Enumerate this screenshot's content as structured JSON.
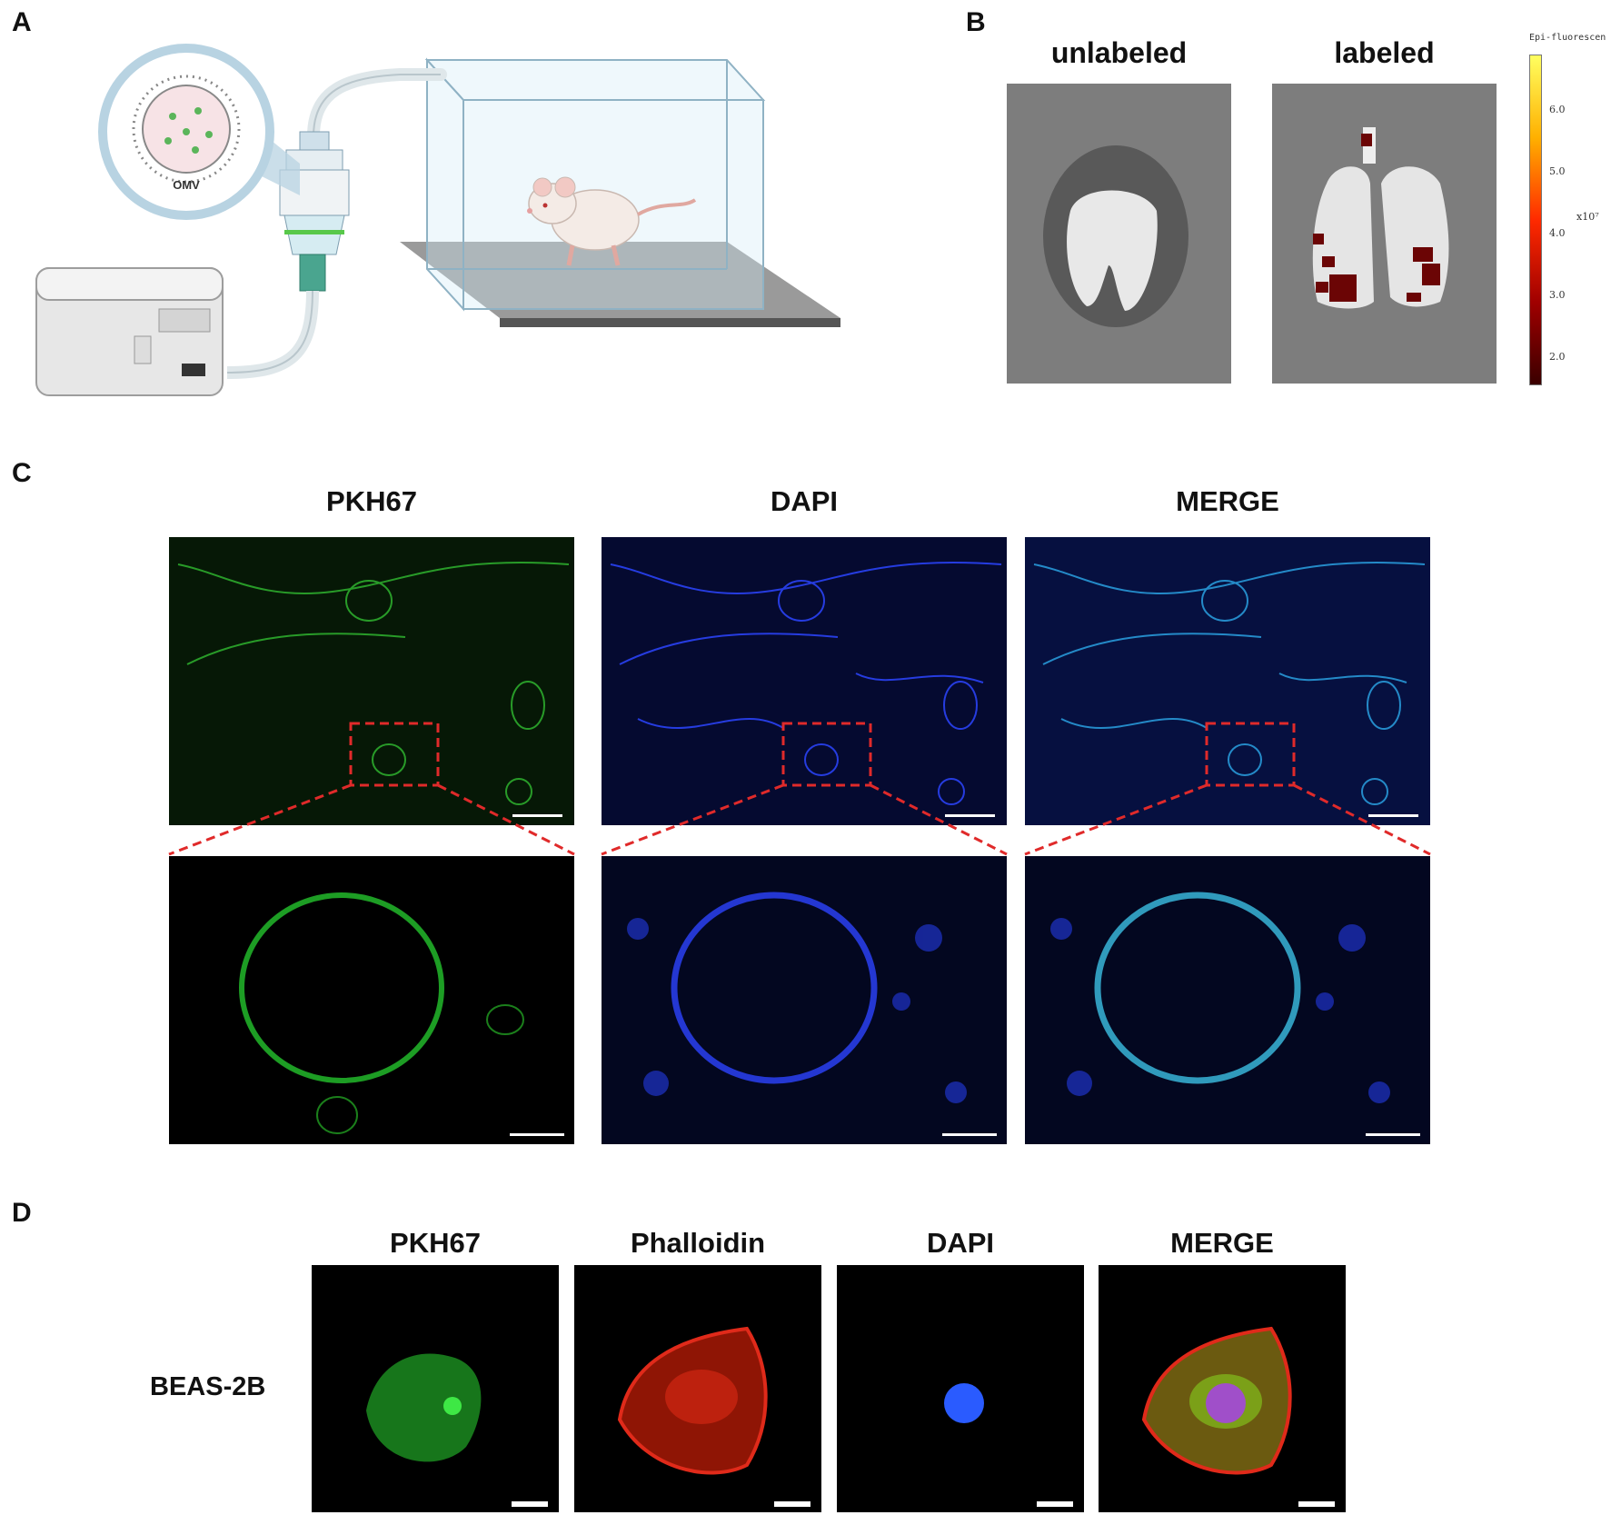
{
  "panels": {
    "A": {
      "label": "A",
      "omv_label": "OMV"
    },
    "B": {
      "label": "B",
      "unlabeled": "unlabeled",
      "labeled": "labeled",
      "colorbar": {
        "title": "Epi-fluorescen",
        "unit": "x10⁷",
        "ticks": [
          "6.0",
          "5.0",
          "4.0",
          "3.0",
          "2.0"
        ]
      }
    },
    "C": {
      "label": "C",
      "columns": [
        "PKH67",
        "DAPI",
        "MERGE"
      ],
      "colors": {
        "green": "#1fb024",
        "blue": "#1e30d8",
        "merge": "#2a9fd6",
        "zoom_box": "#e02a2a"
      }
    },
    "D": {
      "label": "D",
      "columns": [
        "PKH67",
        "Phalloidin",
        "DAPI",
        "MERGE"
      ],
      "row_label": "BEAS-2B",
      "colors": {
        "green": "#22c02a",
        "red": "#e02a1a",
        "blue": "#2a5bff"
      }
    }
  }
}
